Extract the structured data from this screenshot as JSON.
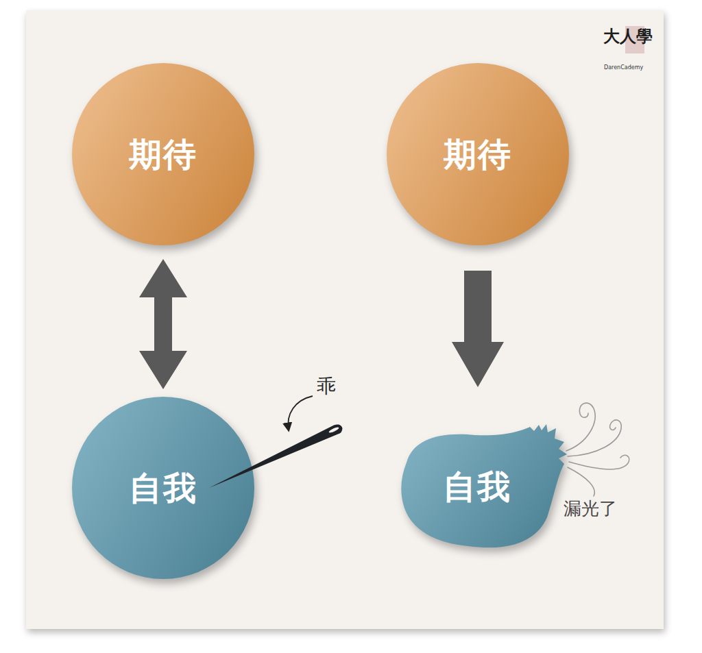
{
  "diagram": {
    "nodes": [
      {
        "text": [
          "期待"
        ]
      },
      {
        "text": [
          "期待"
        ]
      },
      {
        "text": [
          "自我"
        ]
      },
      {
        "text": [
          "自我"
        ]
      }
    ],
    "edges": [
      {
        "from": 0,
        "to": 2,
        "arrow": "both"
      },
      {
        "from": 1,
        "to": 3,
        "arrow": "to"
      }
    ],
    "labels": [
      "乖",
      "漏光了",
      "大人學",
      "DarenCademy"
    ]
  }
}
